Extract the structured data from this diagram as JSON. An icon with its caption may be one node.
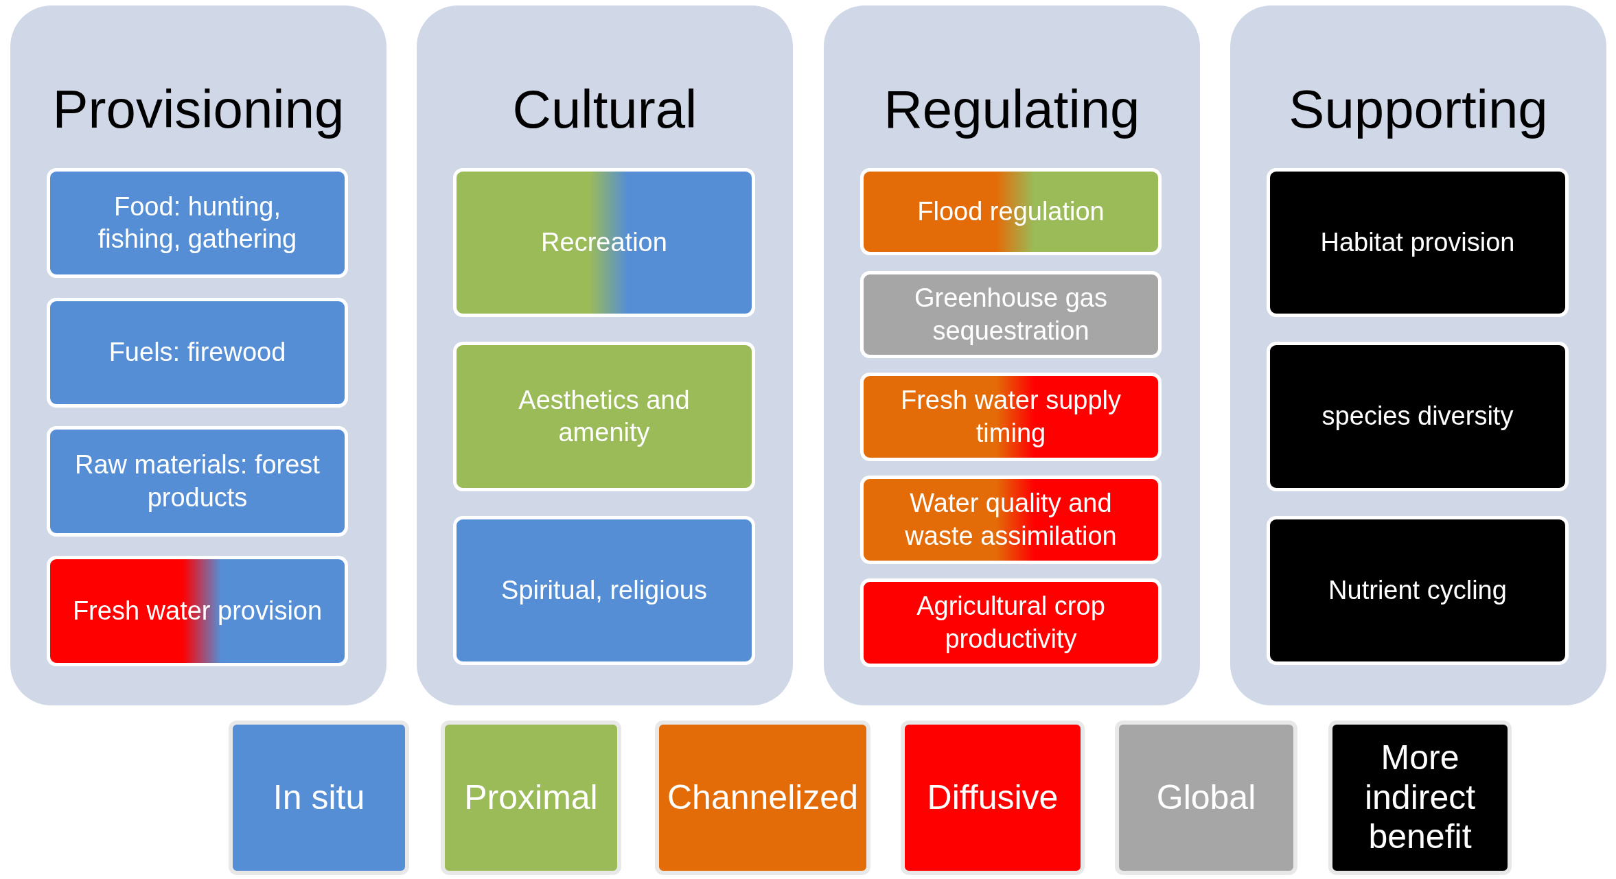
{
  "diagram": {
    "nodes": [
      {
        "text": [
          "Provisioning"
        ]
      },
      {
        "text": [
          "Food: hunting, fishing, gathering"
        ],
        "in": 0
      },
      {
        "text": [
          "Fuels: firewood"
        ],
        "in": 0
      },
      {
        "text": [
          "Raw materials: forest products"
        ],
        "in": 0
      },
      {
        "text": [
          "Fresh water provision"
        ],
        "in": 0
      },
      {
        "text": [
          "Cultural"
        ]
      },
      {
        "text": [
          "Recreation"
        ],
        "in": 5
      },
      {
        "text": [
          "Aesthetics and amenity"
        ],
        "in": 5
      },
      {
        "text": [
          "Spiritual, religious"
        ],
        "in": 5
      },
      {
        "text": [
          "Regulating"
        ]
      },
      {
        "text": [
          "Flood regulation"
        ],
        "in": 9
      },
      {
        "text": [
          "Greenhouse gas sequestration"
        ],
        "in": 9
      },
      {
        "text": [
          "Fresh water supply timing"
        ],
        "in": 9
      },
      {
        "text": [
          "Water quality and waste assimilation"
        ],
        "in": 9
      },
      {
        "text": [
          "Agricultural crop productivity"
        ],
        "in": 9
      },
      {
        "text": [
          "Supporting"
        ]
      },
      {
        "text": [
          "Habitat provision"
        ],
        "in": 15
      },
      {
        "text": [
          "species diversity"
        ],
        "in": 15
      },
      {
        "text": [
          "Nutrient cycling"
        ],
        "in": 15
      }
    ],
    "legend": [
      {
        "text": "In situ",
        "color": "#558ed5"
      },
      {
        "text": "Proximal",
        "color": "#9bbb59"
      },
      {
        "text": "Channelized",
        "color": "#e36c09"
      },
      {
        "text": "Diffusive",
        "color": "#ff0000"
      },
      {
        "text": "Global",
        "color": "#a6a6a6"
      },
      {
        "text": "More indirect benefit",
        "color": "#000000"
      }
    ]
  }
}
